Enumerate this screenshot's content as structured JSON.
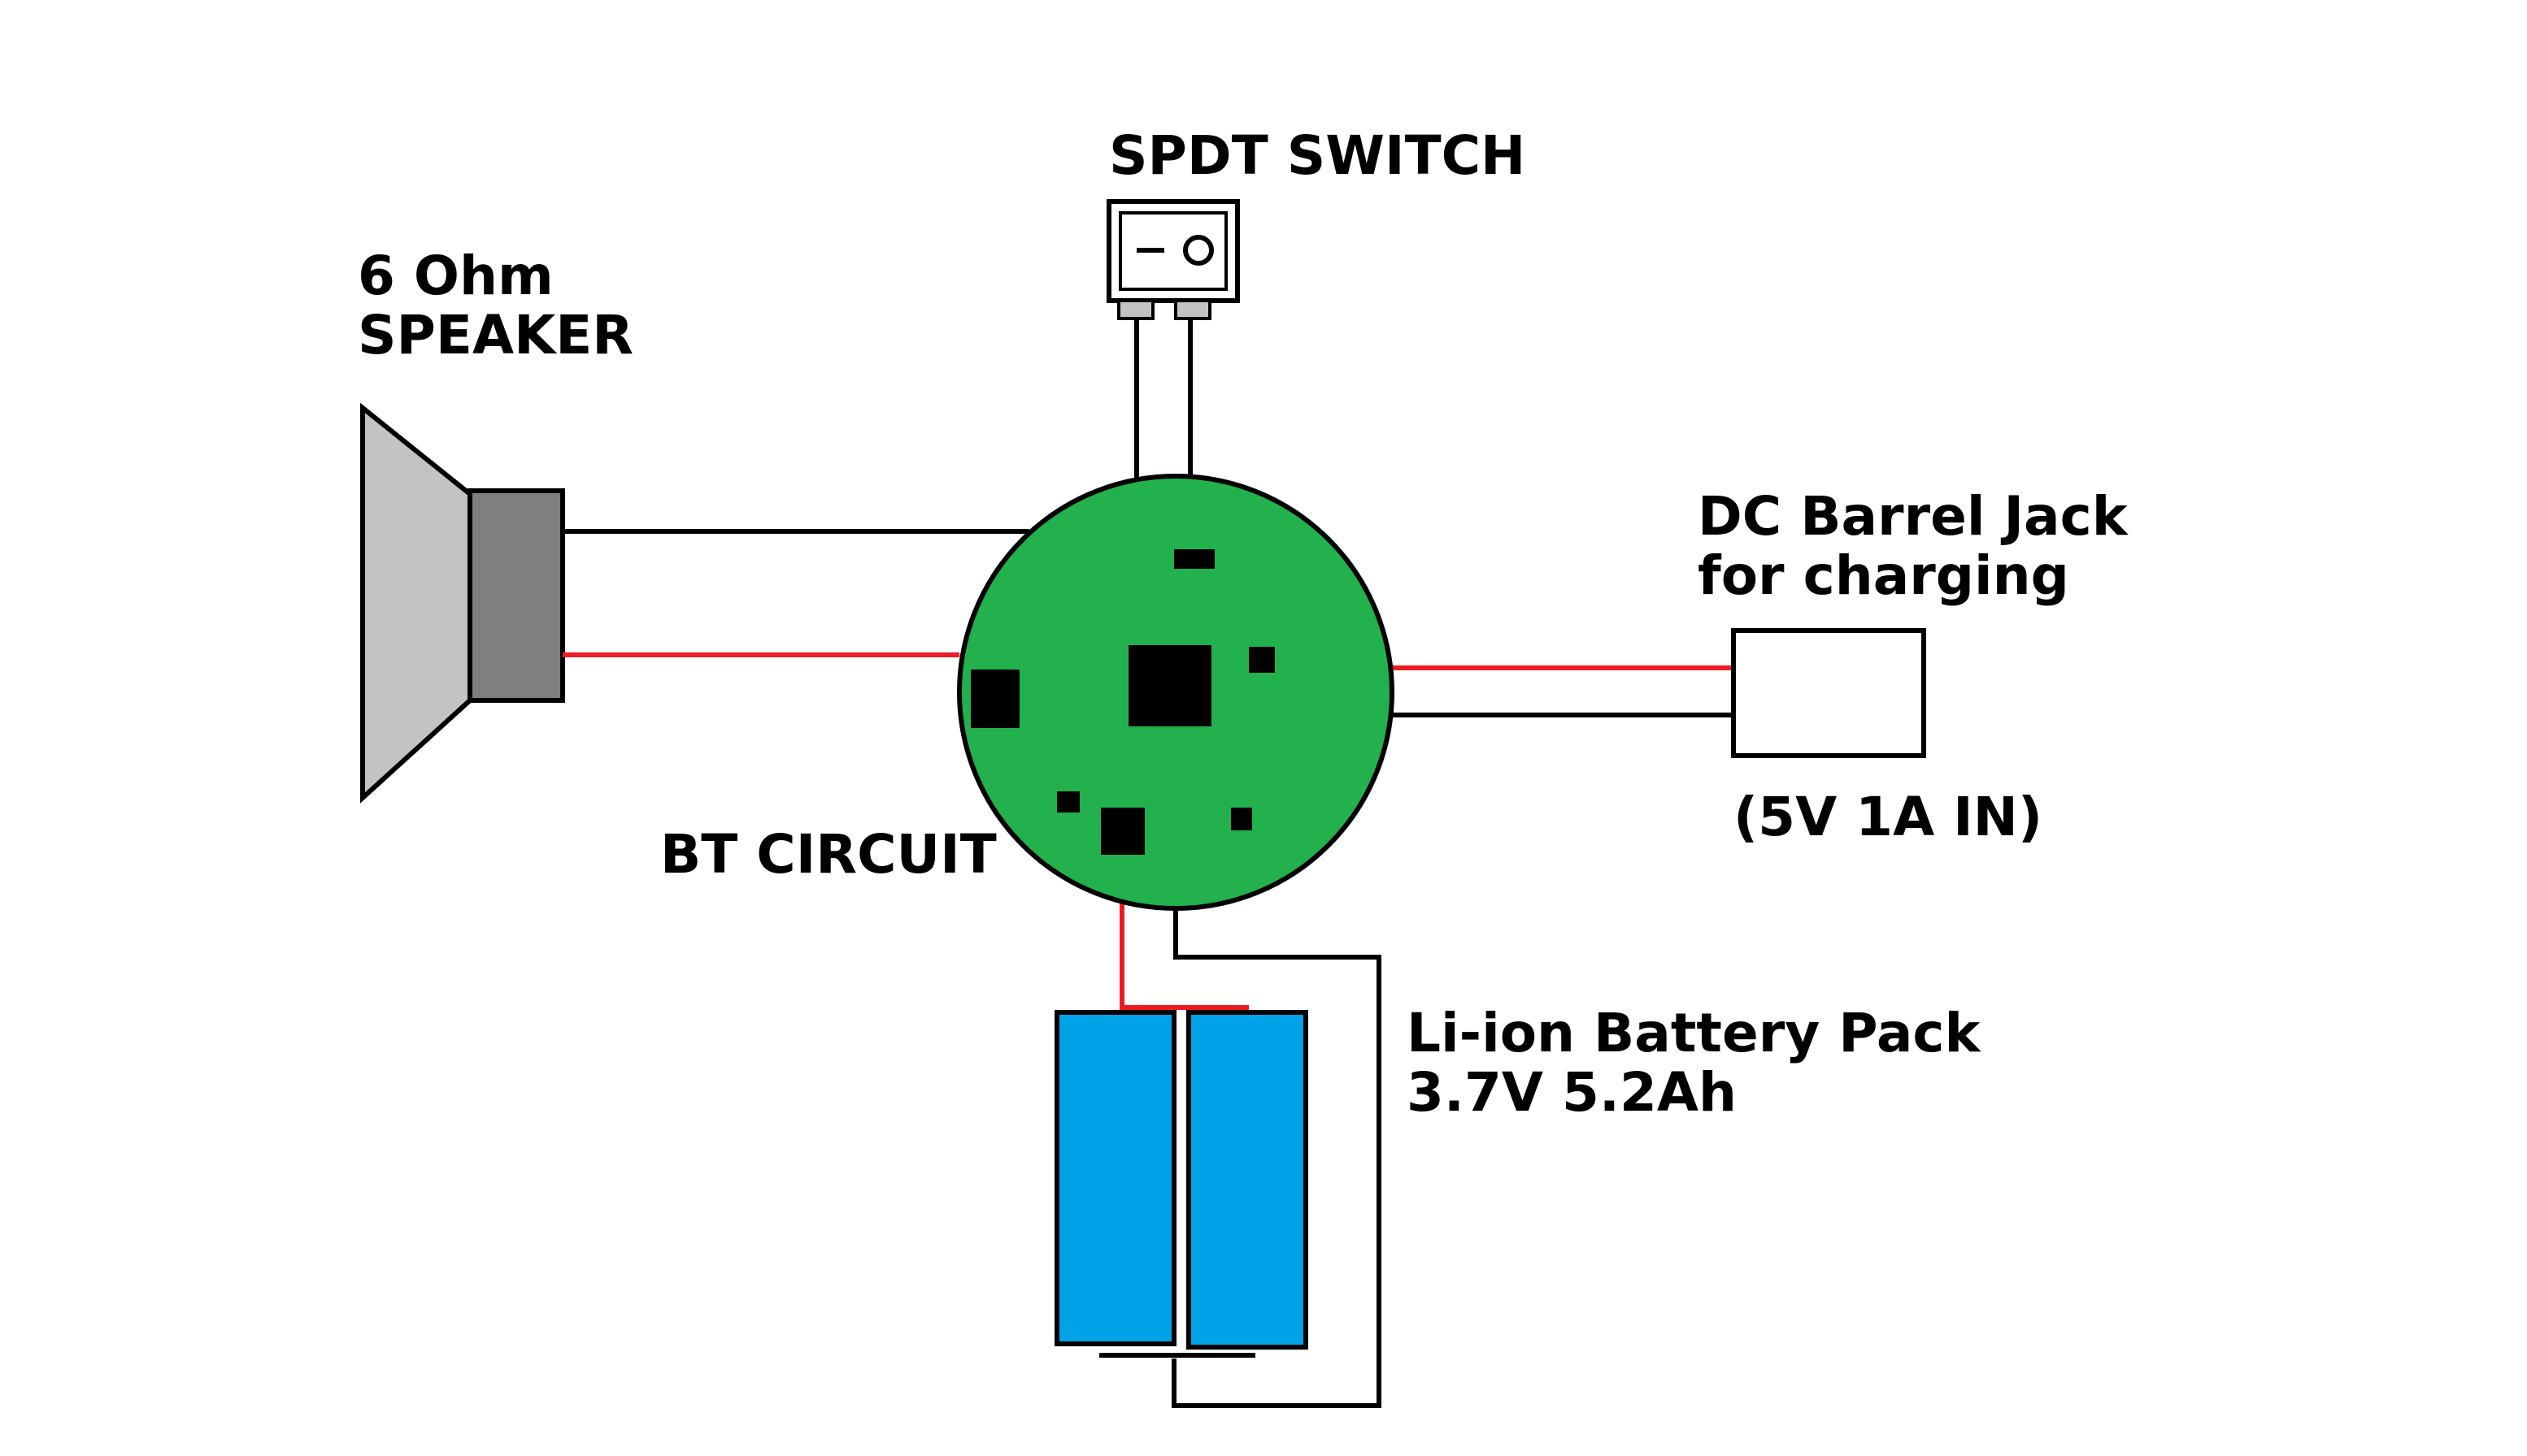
{
  "labels": {
    "speaker_line1": "6 Ohm",
    "speaker_line2": "SPEAKER",
    "switch": "SPDT SWITCH",
    "barrel_line1": "DC Barrel Jack",
    "barrel_line2": "for charging",
    "barrel_rating": "(5V 1A IN)",
    "circuit": "BT CIRCUIT",
    "battery_line1": "Li-ion Battery Pack",
    "battery_line2": "3.7V 5.2Ah"
  },
  "colors": {
    "board": "#22b14c",
    "battery": "#00a2e8",
    "positive_wire": "#ed1c24",
    "wire": "#000000",
    "speaker_cone": "#c3c3c3",
    "speaker_magnet": "#7f7f7f"
  }
}
